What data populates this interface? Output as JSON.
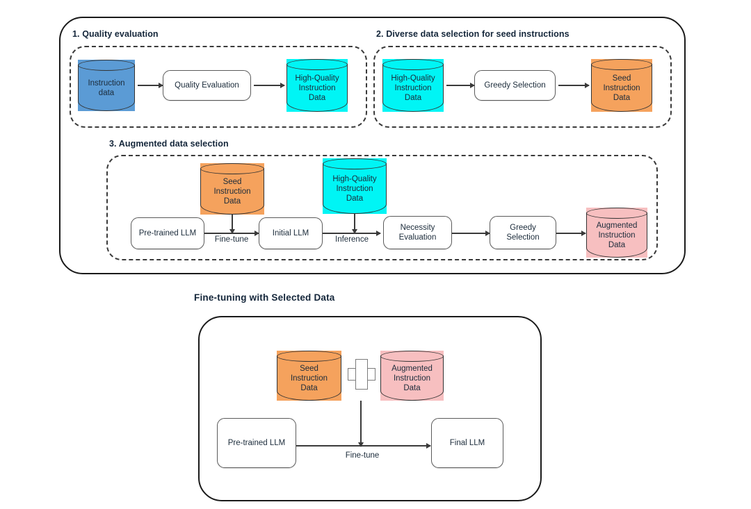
{
  "figure": {
    "kind": "pipeline-flow-diagram",
    "bottom_block_title": "Fine-tuning with Selected Data"
  },
  "colors": {
    "instruction_data_blue": "#5b9bd5",
    "high_quality_cyan": "#00f5f5",
    "seed_orange": "#f5a25d",
    "augmented_pink": "#f7bfc0",
    "node_border": "#5a5a5a",
    "container_border": "#1a1a1a",
    "text": "#1b2b3a"
  },
  "sections": [
    {
      "id": "s1",
      "title": "1. Quality evaluation"
    },
    {
      "id": "s2",
      "title": "2. Diverse data selection for seed instructions"
    },
    {
      "id": "s3",
      "title": "3. Augmented data selection"
    }
  ],
  "s1": {
    "source_db": {
      "lines": [
        "Instruction",
        "data"
      ],
      "color": "blue"
    },
    "process": {
      "label": "Quality Evaluation"
    },
    "output_db": {
      "lines": [
        "High-Quality",
        "Instruction",
        "Data"
      ],
      "color": "cyan"
    }
  },
  "s2": {
    "source_db": {
      "lines": [
        "High-Quality",
        "Instruction",
        "Data"
      ],
      "color": "cyan"
    },
    "process": {
      "label": "Greedy Selection"
    },
    "output_db": {
      "lines": [
        "Seed",
        "Instruction",
        "Data"
      ],
      "color": "orange"
    }
  },
  "s3": {
    "seed_db": {
      "lines": [
        "Seed",
        "Instruction",
        "Data"
      ],
      "color": "orange"
    },
    "hq_db": {
      "lines": [
        "High-Quality",
        "Instruction",
        "Data"
      ],
      "color": "cyan"
    },
    "pretrained": {
      "label": "Pre-trained LLM"
    },
    "initial": {
      "label": "Initial LLM"
    },
    "necessity": {
      "label": "Necessity\nEvaluation",
      "line1": "Necessity",
      "line2": "Evaluation"
    },
    "greedy": {
      "label": "Greedy\nSelection",
      "line1": "Greedy",
      "line2": "Selection"
    },
    "augmented_db": {
      "lines": [
        "Augmented",
        "Instruction",
        "Data"
      ],
      "color": "pink"
    },
    "edge_finetune": "Fine-tune",
    "edge_inference": "Inference"
  },
  "bottom": {
    "seed_db": {
      "lines": [
        "Seed",
        "Instruction",
        "Data"
      ],
      "color": "orange"
    },
    "augmented_db": {
      "lines": [
        "Augmented",
        "Instruction",
        "Data"
      ],
      "color": "pink"
    },
    "combine_operator": "plus-icon",
    "pretrained": {
      "label": "Pre-trained LLM"
    },
    "final": {
      "label": "Final LLM"
    },
    "edge_finetune": "Fine-tune"
  }
}
